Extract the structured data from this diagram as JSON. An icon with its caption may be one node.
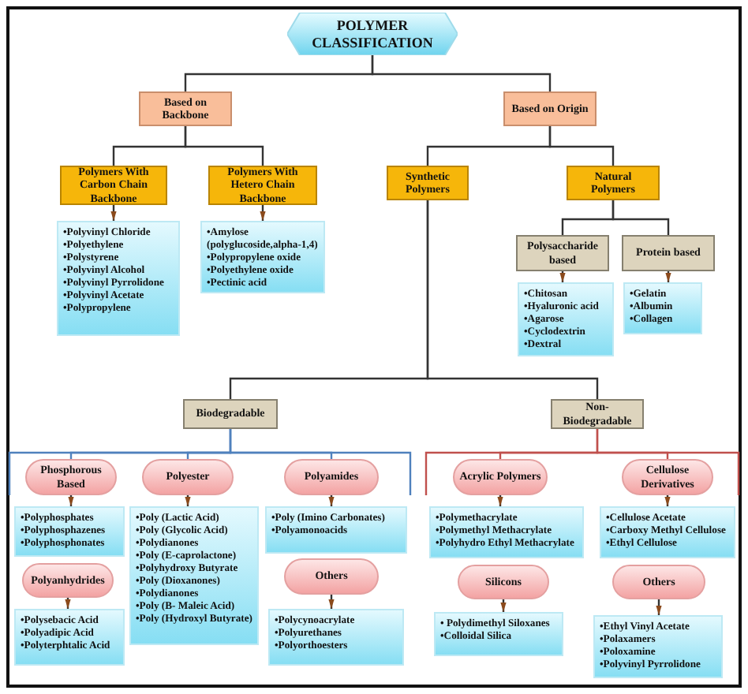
{
  "diagram": {
    "nodes": [
      {
        "text": [
          "POLYMER CLASSIFICATION"
        ]
      },
      {
        "text": [
          "Based on Backbone"
        ]
      },
      {
        "text": [
          "Based on Origin"
        ]
      },
      {
        "text": [
          "Polymers With Carbon Chain Backbone"
        ]
      },
      {
        "text": [
          "Polymers With Hetero Chain Backbone"
        ]
      },
      {
        "text": [
          "•Polyvinyl Chloride",
          "•Polyethylene",
          "•Polystyrene",
          "•Polyvinyl Alcohol",
          "•Polyvinyl Pyrrolidone",
          "•Polyvinyl Acetate",
          "•Polypropylene"
        ]
      },
      {
        "text": [
          "•Amylose (polyglucoside,alpha-1,4)",
          "•Polypropylene oxide",
          "•Polyethylene oxide",
          "•Pectinic acid"
        ]
      },
      {
        "text": [
          "Synthetic Polymers"
        ]
      },
      {
        "text": [
          "Natural Polymers"
        ]
      },
      {
        "text": [
          "Polysaccharide based"
        ]
      },
      {
        "text": [
          "Protein based"
        ]
      },
      {
        "text": [
          "•Chitosan",
          "•Hyaluronic acid",
          "•Agarose",
          "•Cyclodextrin",
          "•Dextral"
        ]
      },
      {
        "text": [
          "•Gelatin",
          "•Albumin",
          "•Collagen"
        ]
      },
      {
        "text": [
          "Biodegradable"
        ]
      },
      {
        "text": [
          "Non-Biodegradable"
        ]
      },
      {
        "text": [
          "Phosphorous Based"
        ]
      },
      {
        "text": [
          "•Polyphosphates",
          "•Polyphosphazenes",
          "•Polyphosphonates"
        ]
      },
      {
        "text": [
          "Polyanhydrides"
        ]
      },
      {
        "text": [
          "•Polysebacic Acid",
          "•Polyadipic Acid",
          "•Polyterphtalic Acid"
        ]
      },
      {
        "text": [
          "Polyester"
        ]
      },
      {
        "text": [
          "•Poly (Lactic Acid)",
          "•Poly (Glycolic Acid)",
          "•Polydianones",
          "•Poly (E-caprolactone)",
          "•Polyhydroxy Butyrate",
          "•Poly (Dioxanones)",
          "•Polydianones",
          "•Poly (B- Maleic Acid)",
          "•Poly (Hydroxyl Butyrate)"
        ]
      },
      {
        "text": [
          "Polyamides"
        ]
      },
      {
        "text": [
          "•Poly (Imino Carbonates)",
          "•Polyamonoacids"
        ]
      },
      {
        "text": [
          "Others"
        ]
      },
      {
        "text": [
          "•Polycynoacrylate",
          "•Polyurethanes",
          "•Polyorthoesters"
        ]
      },
      {
        "text": [
          "Acrylic Polymers"
        ]
      },
      {
        "text": [
          "•Polymethacrylate",
          "•Polymethyl Methacrylate",
          "•Polyhydro Ethyl Methacrylate"
        ]
      },
      {
        "text": [
          "Cellulose Derivatives"
        ]
      },
      {
        "text": [
          "•Cellulose Acetate",
          "•Carboxy Methyl Cellulose",
          "•Ethyl Cellulose"
        ]
      },
      {
        "text": [
          "Silicons"
        ]
      },
      {
        "text": [
          "• Polydimethyl Siloxanes",
          "•Colloidal Silica"
        ]
      },
      {
        "text": [
          "Others"
        ]
      },
      {
        "text": [
          "•Ethyl Vinyl Acetate",
          "•Polaxamers",
          "•Poloxamine",
          "•Polyvinyl Pyrrolidone"
        ]
      }
    ],
    "edges": [
      {
        "from": 0,
        "to": 1,
        "arrow": "none"
      },
      {
        "from": 0,
        "to": 2,
        "arrow": "none"
      },
      {
        "from": 1,
        "to": 3,
        "arrow": "none"
      },
      {
        "from": 1,
        "to": 4,
        "arrow": "none"
      },
      {
        "from": 3,
        "to": 5,
        "arrow": "to"
      },
      {
        "from": 4,
        "to": 6,
        "arrow": "to"
      },
      {
        "from": 2,
        "to": 7,
        "arrow": "none"
      },
      {
        "from": 2,
        "to": 8,
        "arrow": "none"
      },
      {
        "from": 8,
        "to": 9,
        "arrow": "none"
      },
      {
        "from": 8,
        "to": 10,
        "arrow": "none"
      },
      {
        "from": 9,
        "to": 11,
        "arrow": "to"
      },
      {
        "from": 10,
        "to": 12,
        "arrow": "to"
      },
      {
        "from": 7,
        "to": 13,
        "arrow": "none"
      },
      {
        "from": 7,
        "to": 14,
        "arrow": "none"
      },
      {
        "from": 13,
        "to": 15,
        "arrow": "none",
        "color": "#4f81bd"
      },
      {
        "from": 13,
        "to": 19,
        "arrow": "none",
        "color": "#4f81bd"
      },
      {
        "from": 13,
        "to": 21,
        "arrow": "none",
        "color": "#4f81bd"
      },
      {
        "from": 14,
        "to": 25,
        "arrow": "none",
        "color": "#c0504d"
      },
      {
        "from": 14,
        "to": 27,
        "arrow": "none",
        "color": "#c0504d"
      },
      {
        "from": 15,
        "to": 16,
        "arrow": "to"
      },
      {
        "from": 17,
        "to": 18,
        "arrow": "to"
      },
      {
        "from": 19,
        "to": 20,
        "arrow": "to"
      },
      {
        "from": 21,
        "to": 22,
        "arrow": "to"
      },
      {
        "from": 23,
        "to": 24,
        "arrow": "to"
      },
      {
        "from": 25,
        "to": 26,
        "arrow": "to"
      },
      {
        "from": 27,
        "to": 28,
        "arrow": "to"
      },
      {
        "from": 29,
        "to": 30,
        "arrow": "to"
      },
      {
        "from": 31,
        "to": 32,
        "arrow": "to"
      }
    ]
  }
}
